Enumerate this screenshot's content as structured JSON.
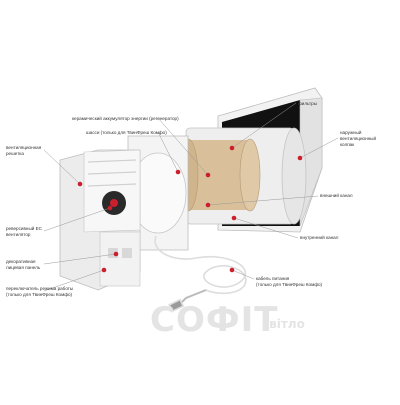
{
  "labels": {
    "ceramic": "керамический аккумулятор энергии (регенератор)",
    "chassis": "шасси (только для ТвинФреш Комфо)",
    "filters": "фильтры",
    "outer_hood_1": "наружный",
    "outer_hood_2": "вентиляционный",
    "outer_hood_3": "колпак",
    "vent_grille_1": "вентиляционная",
    "vent_grille_2": "решетка",
    "ec_fan_1": "реверсивный ЕС",
    "ec_fan_2": "вентилятор",
    "outer_channel": "внешний канал",
    "inner_channel": "внутренний канал",
    "front_panel_1": "декоративная",
    "front_panel_2": "лицевая панель",
    "switch_1": "переключатель режима работы",
    "switch_2": "(только для ТвинФреш Комфо)",
    "power_cable_1": "кабель питания",
    "power_cable_2": "(только для ТвинФреш Комфо)"
  },
  "watermark": {
    "brand": "СОФІТ",
    "sub": "світло"
  },
  "colors": {
    "marker": "#cc1f2d",
    "line": "#999999",
    "ceramic": "#d9c09a",
    "filter": "#111111"
  }
}
